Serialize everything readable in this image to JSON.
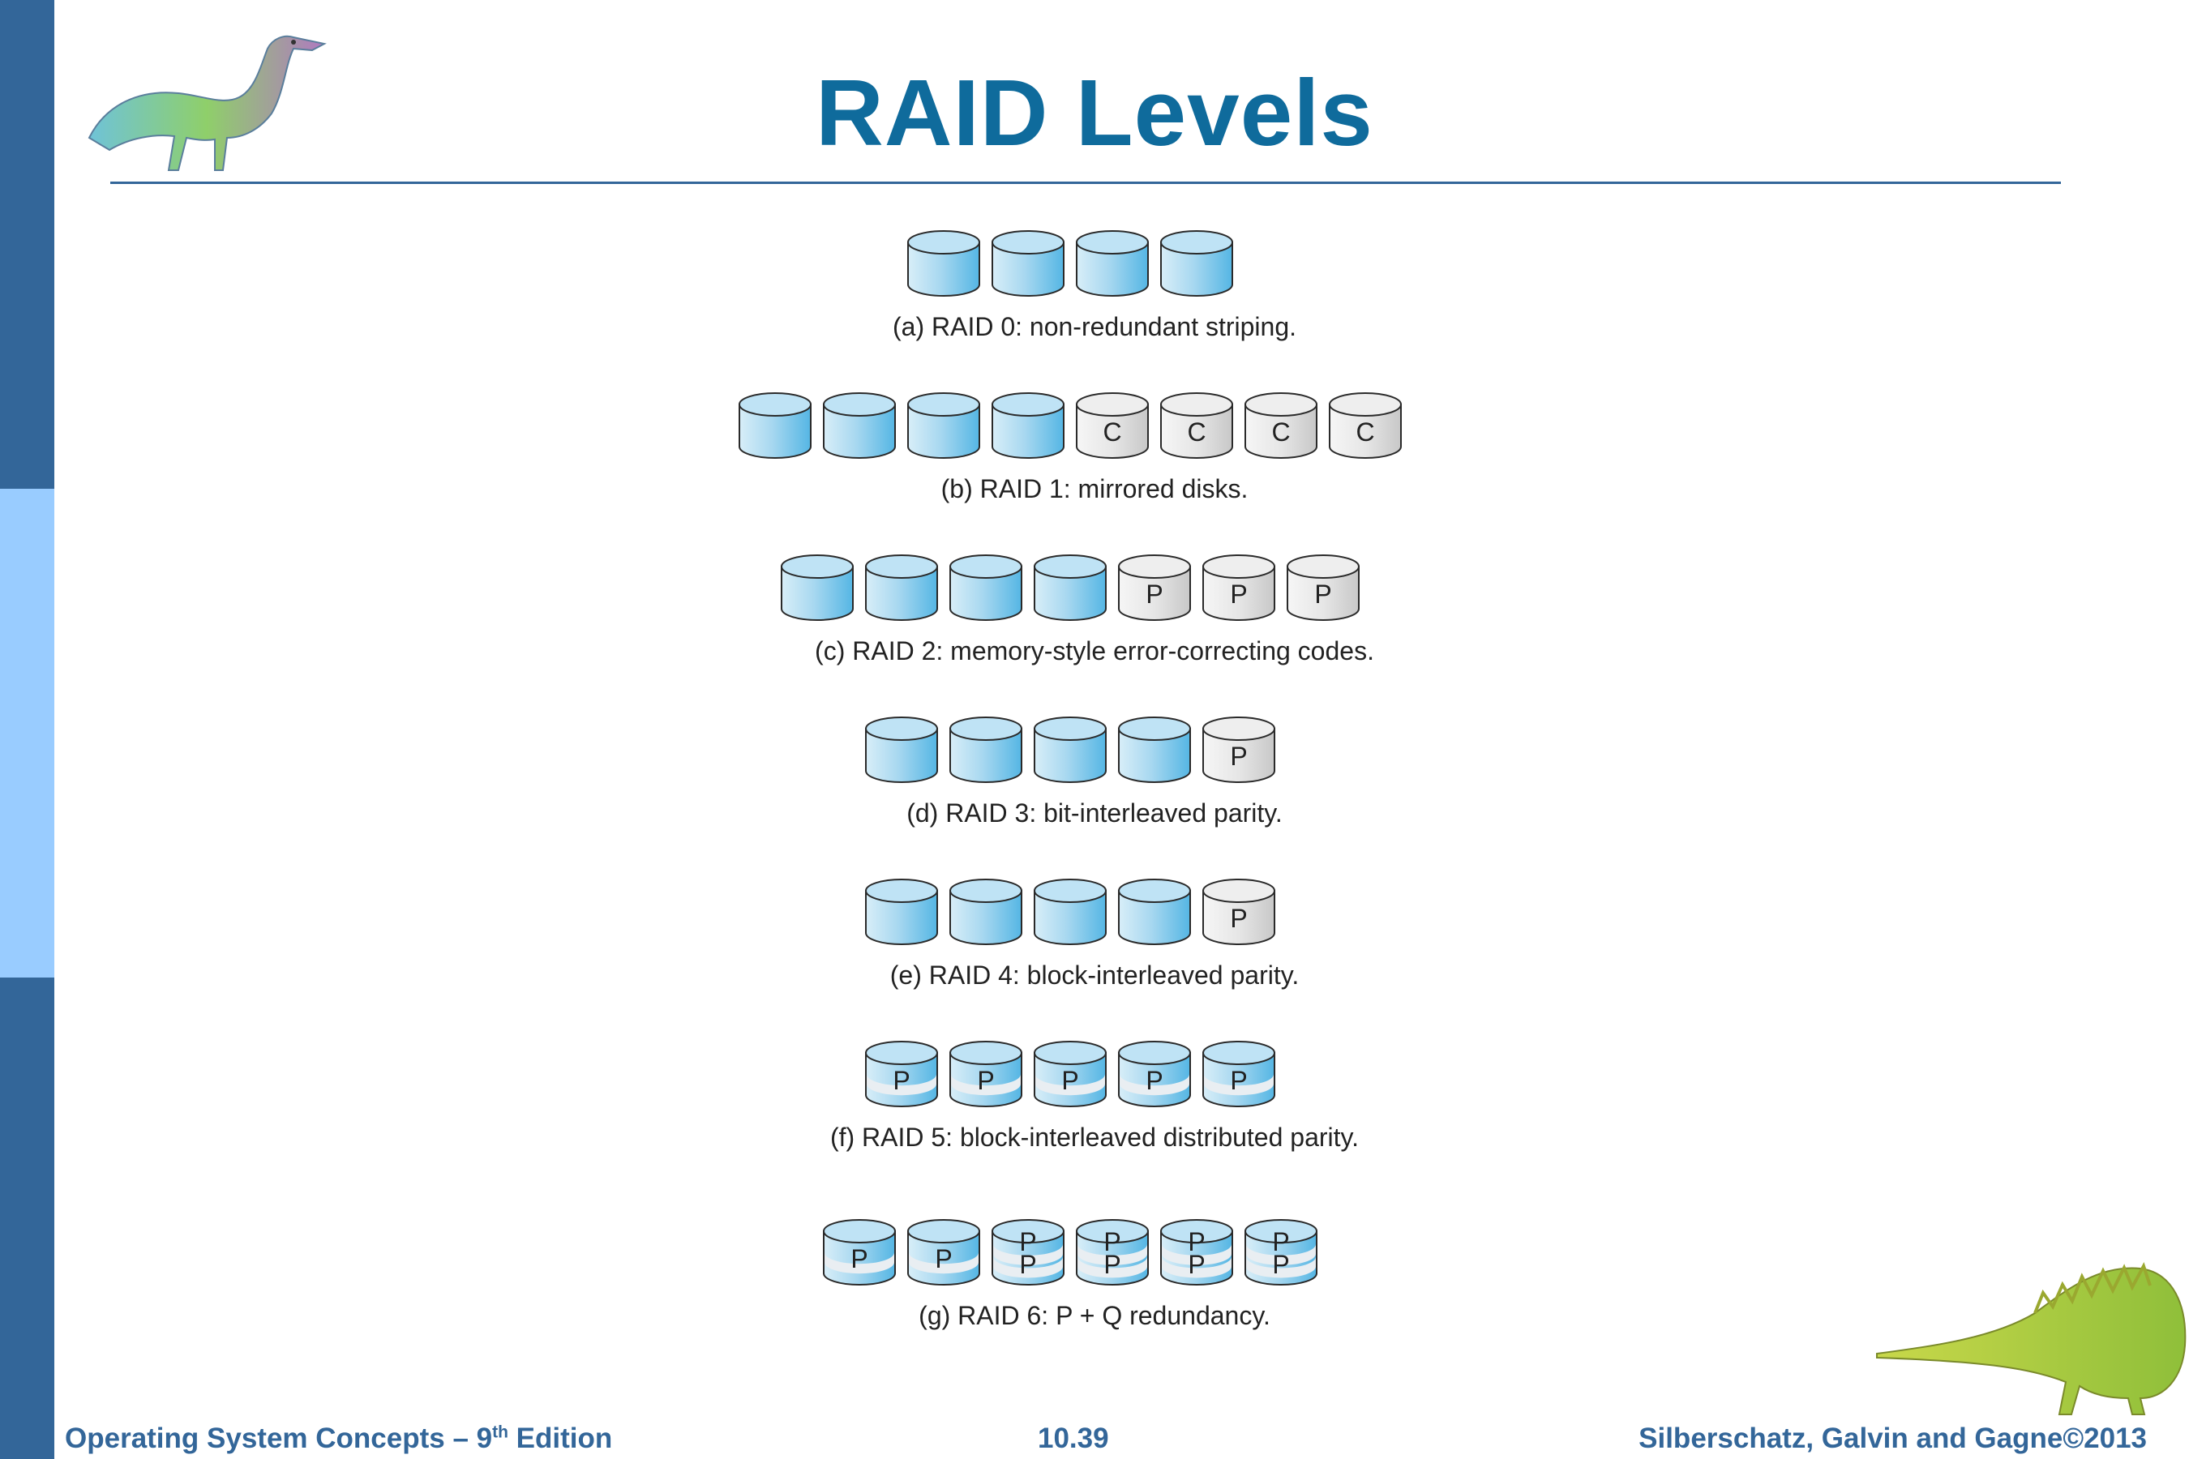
{
  "title": "RAID Levels",
  "footer": {
    "book": "Operating System Concepts – 9",
    "edition_sup": "th",
    "edition_word": "Edition",
    "page": "10.39",
    "authors": "Silberschatz, Galvin and Gagne©2013"
  },
  "colors": {
    "sidebar_dark": "#336699",
    "sidebar_light": "#99ccff",
    "title": "#0f6b9c",
    "disk_blue": "#a8d8f0",
    "disk_gray": "#e6e6e6"
  },
  "icons": [
    "dinosaur-top-left",
    "dinosaur-bottom-right"
  ],
  "rows": [
    {
      "caption": "(a) RAID 0: non-redundant striping.",
      "disks": [
        {
          "kind": "data",
          "labels": []
        },
        {
          "kind": "data",
          "labels": []
        },
        {
          "kind": "data",
          "labels": []
        },
        {
          "kind": "data",
          "labels": []
        }
      ]
    },
    {
      "caption": "(b) RAID 1: mirrored disks.",
      "disks": [
        {
          "kind": "data",
          "labels": []
        },
        {
          "kind": "data",
          "labels": []
        },
        {
          "kind": "data",
          "labels": []
        },
        {
          "kind": "data",
          "labels": []
        },
        {
          "kind": "copy",
          "labels": [
            "C"
          ]
        },
        {
          "kind": "copy",
          "labels": [
            "C"
          ]
        },
        {
          "kind": "copy",
          "labels": [
            "C"
          ]
        },
        {
          "kind": "copy",
          "labels": [
            "C"
          ]
        }
      ]
    },
    {
      "caption": "(c) RAID 2: memory-style error-correcting codes.",
      "disks": [
        {
          "kind": "data",
          "labels": []
        },
        {
          "kind": "data",
          "labels": []
        },
        {
          "kind": "data",
          "labels": []
        },
        {
          "kind": "data",
          "labels": []
        },
        {
          "kind": "parity",
          "labels": [
            "P"
          ]
        },
        {
          "kind": "parity",
          "labels": [
            "P"
          ]
        },
        {
          "kind": "parity",
          "labels": [
            "P"
          ]
        }
      ]
    },
    {
      "caption": "(d) RAID 3: bit-interleaved parity.",
      "disks": [
        {
          "kind": "data",
          "labels": []
        },
        {
          "kind": "data",
          "labels": []
        },
        {
          "kind": "data",
          "labels": []
        },
        {
          "kind": "data",
          "labels": []
        },
        {
          "kind": "parity",
          "labels": [
            "P"
          ]
        }
      ]
    },
    {
      "caption": "(e) RAID 4: block-interleaved parity.",
      "disks": [
        {
          "kind": "data",
          "labels": []
        },
        {
          "kind": "data",
          "labels": []
        },
        {
          "kind": "data",
          "labels": []
        },
        {
          "kind": "data",
          "labels": []
        },
        {
          "kind": "parity",
          "labels": [
            "P"
          ]
        }
      ]
    },
    {
      "caption": "(f) RAID 5: block-interleaved distributed parity.",
      "disks": [
        {
          "kind": "distributed",
          "labels": [
            "P"
          ]
        },
        {
          "kind": "distributed",
          "labels": [
            "P"
          ]
        },
        {
          "kind": "distributed",
          "labels": [
            "P"
          ]
        },
        {
          "kind": "distributed",
          "labels": [
            "P"
          ]
        },
        {
          "kind": "distributed",
          "labels": [
            "P"
          ]
        }
      ]
    },
    {
      "caption": "(g) RAID 6: P + Q redundancy.",
      "disks": [
        {
          "kind": "distributed",
          "labels": [
            "P"
          ]
        },
        {
          "kind": "distributed",
          "labels": [
            "P"
          ]
        },
        {
          "kind": "distributed2",
          "labels": [
            "P",
            "P"
          ]
        },
        {
          "kind": "distributed2",
          "labels": [
            "P",
            "P"
          ]
        },
        {
          "kind": "distributed2",
          "labels": [
            "P",
            "P"
          ]
        },
        {
          "kind": "distributed2",
          "labels": [
            "P",
            "P"
          ]
        }
      ]
    }
  ]
}
